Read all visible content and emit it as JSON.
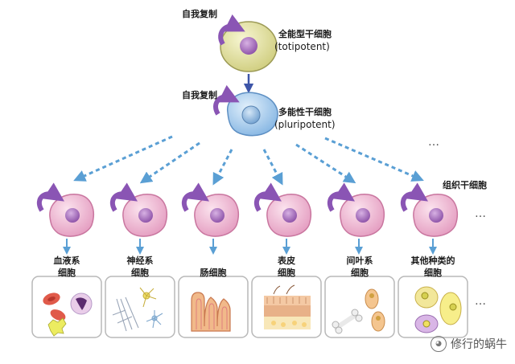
{
  "totipotent": {
    "self_renew": "自我复制",
    "name": "全能型干细胞",
    "english": "(totipotent)"
  },
  "pluripotent": {
    "self_renew": "自我复制",
    "name": "多能性干细胞",
    "english": "(pluripotent)"
  },
  "tissue_stem_label": "组织干细胞",
  "ellipsis": "…",
  "lineages": [
    {
      "line1": "血液系",
      "line2": "细胞"
    },
    {
      "line1": "神经系",
      "line2": "细胞"
    },
    {
      "line1": "肠细胞",
      "line2": ""
    },
    {
      "line1": "表皮",
      "line2": "细胞"
    },
    {
      "line1": "间叶系",
      "line2": "细胞"
    },
    {
      "line1": "其他种类的",
      "line2": "细胞"
    }
  ],
  "watermark": "修行的蜗牛",
  "colors": {
    "totipotent_cell": "#e3e29a",
    "pluripotent_cell": "#a9cdee",
    "tissue_cell": "#f1b9d4",
    "nucleus": "#a56fb9",
    "arrow": "#5a9fd4",
    "self_renew_arrow": "#8a55b4"
  }
}
